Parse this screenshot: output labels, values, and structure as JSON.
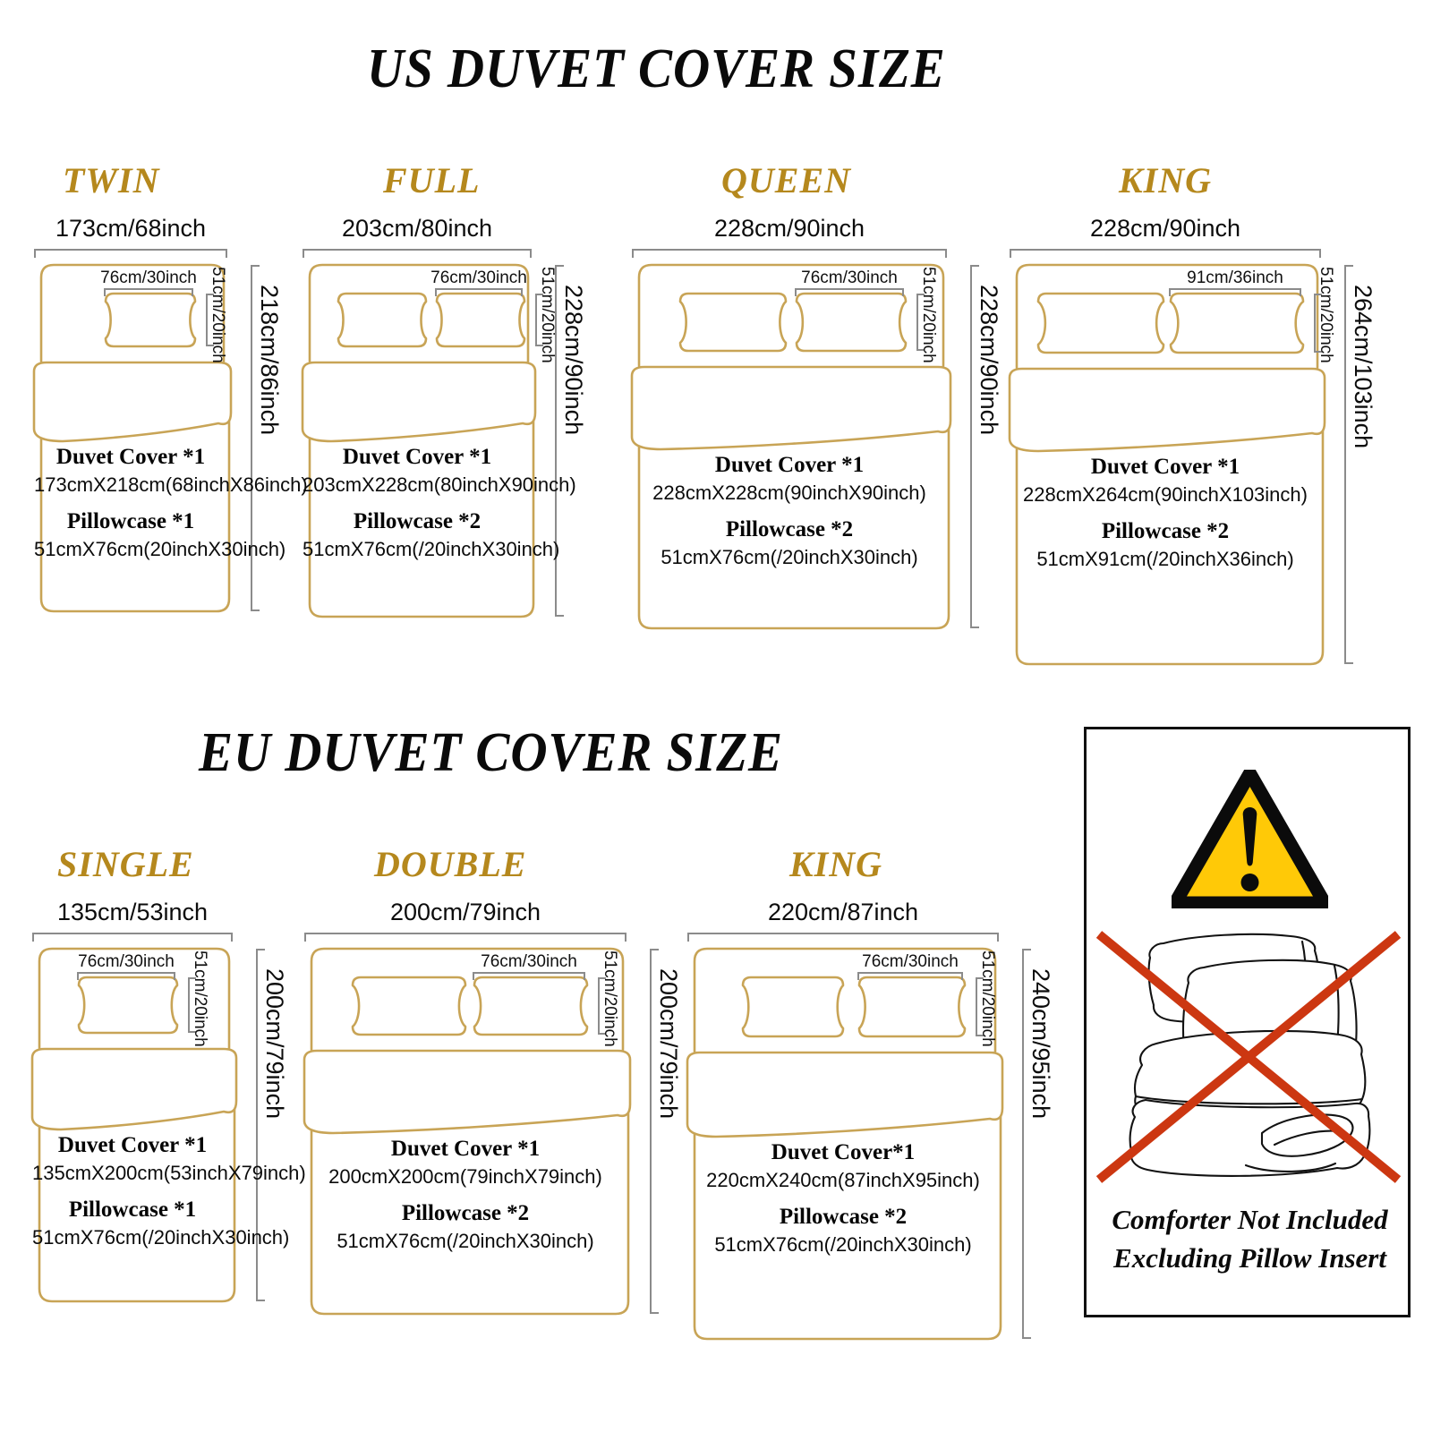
{
  "colors": {
    "gold": "#b5881d",
    "bed_outline": "#c8a456",
    "dimension_line": "#8b8b8b",
    "warning_yellow": "#FFC907",
    "warning_red": "#CC3711",
    "text": "#0a0a0a"
  },
  "us_section": {
    "title": "US DUVET COVER SIZE",
    "beds": [
      {
        "name": "TWIN",
        "width_label": "173cm/68inch",
        "height_label": "218cm/86inch",
        "pillow_width_label": "76cm/30inch",
        "pillow_height_label": "51cm/20inch",
        "pillow_count": 1,
        "duvet_title": "Duvet Cover *1",
        "duvet_size": "173cmX218cm(68inchX86inch)",
        "pillowcase_title": "Pillowcase *1",
        "pillowcase_size": "51cmX76cm(20inchX30inch)"
      },
      {
        "name": "FULL",
        "width_label": "203cm/80inch",
        "height_label": "228cm/90inch",
        "pillow_width_label": "76cm/30inch",
        "pillow_height_label": "51cm/20inch",
        "pillow_count": 2,
        "duvet_title": "Duvet Cover *1",
        "duvet_size": "203cmX228cm(80inchX90inch)",
        "pillowcase_title": "Pillowcase *2",
        "pillowcase_size": "51cmX76cm(/20inchX30inch)"
      },
      {
        "name": "QUEEN",
        "width_label": "228cm/90inch",
        "height_label": "228cm/90inch",
        "pillow_width_label": "76cm/30inch",
        "pillow_height_label": "51cm/20inch",
        "pillow_count": 2,
        "duvet_title": "Duvet Cover *1",
        "duvet_size": "228cmX228cm(90inchX90inch)",
        "pillowcase_title": "Pillowcase *2",
        "pillowcase_size": "51cmX76cm(/20inchX30inch)"
      },
      {
        "name": "KING",
        "width_label": "228cm/90inch",
        "height_label": "264cm/103inch",
        "pillow_width_label": "91cm/36inch",
        "pillow_height_label": "51cm/20inch",
        "pillow_count": 2,
        "duvet_title": "Duvet Cover *1",
        "duvet_size": "228cmX264cm(90inchX103inch)",
        "pillowcase_title": "Pillowcase *2",
        "pillowcase_size": "51cmX91cm(/20inchX36inch)"
      }
    ]
  },
  "eu_section": {
    "title": "EU DUVET COVER SIZE",
    "beds": [
      {
        "name": "SINGLE",
        "width_label": "135cm/53inch",
        "height_label": "200cm/79inch",
        "pillow_width_label": "76cm/30inch",
        "pillow_height_label": "51cm/20inch",
        "pillow_count": 1,
        "duvet_title": "Duvet Cover *1",
        "duvet_size": "135cmX200cm(53inchX79inch)",
        "pillowcase_title": "Pillowcase *1",
        "pillowcase_size": "51cmX76cm(/20inchX30inch)"
      },
      {
        "name": "DOUBLE",
        "width_label": "200cm/79inch",
        "height_label": "200cm/79inch",
        "pillow_width_label": "76cm/30inch",
        "pillow_height_label": "51cm/20inch",
        "pillow_count": 2,
        "duvet_title": "Duvet Cover *1",
        "duvet_size": "200cmX200cm(79inchX79inch)",
        "pillowcase_title": "Pillowcase *2",
        "pillowcase_size": "51cmX76cm(/20inchX30inch)"
      },
      {
        "name": "KING",
        "width_label": "220cm/87inch",
        "height_label": "240cm/95inch",
        "pillow_width_label": "76cm/30inch",
        "pillow_height_label": "51cm/20inch",
        "pillow_count": 2,
        "duvet_title": "Duvet Cover*1",
        "duvet_size": "220cmX240cm(87inchX95inch)",
        "pillowcase_title": "Pillowcase *2",
        "pillowcase_size": "51cmX76cm(/20inchX30inch)"
      }
    ]
  },
  "warning": {
    "icon": "warning-triangle-exclamation",
    "crossed_out_item": "comforter-with-pillows",
    "caption_line1": "Comforter Not Included",
    "caption_line2": "Excluding Pillow Insert"
  }
}
